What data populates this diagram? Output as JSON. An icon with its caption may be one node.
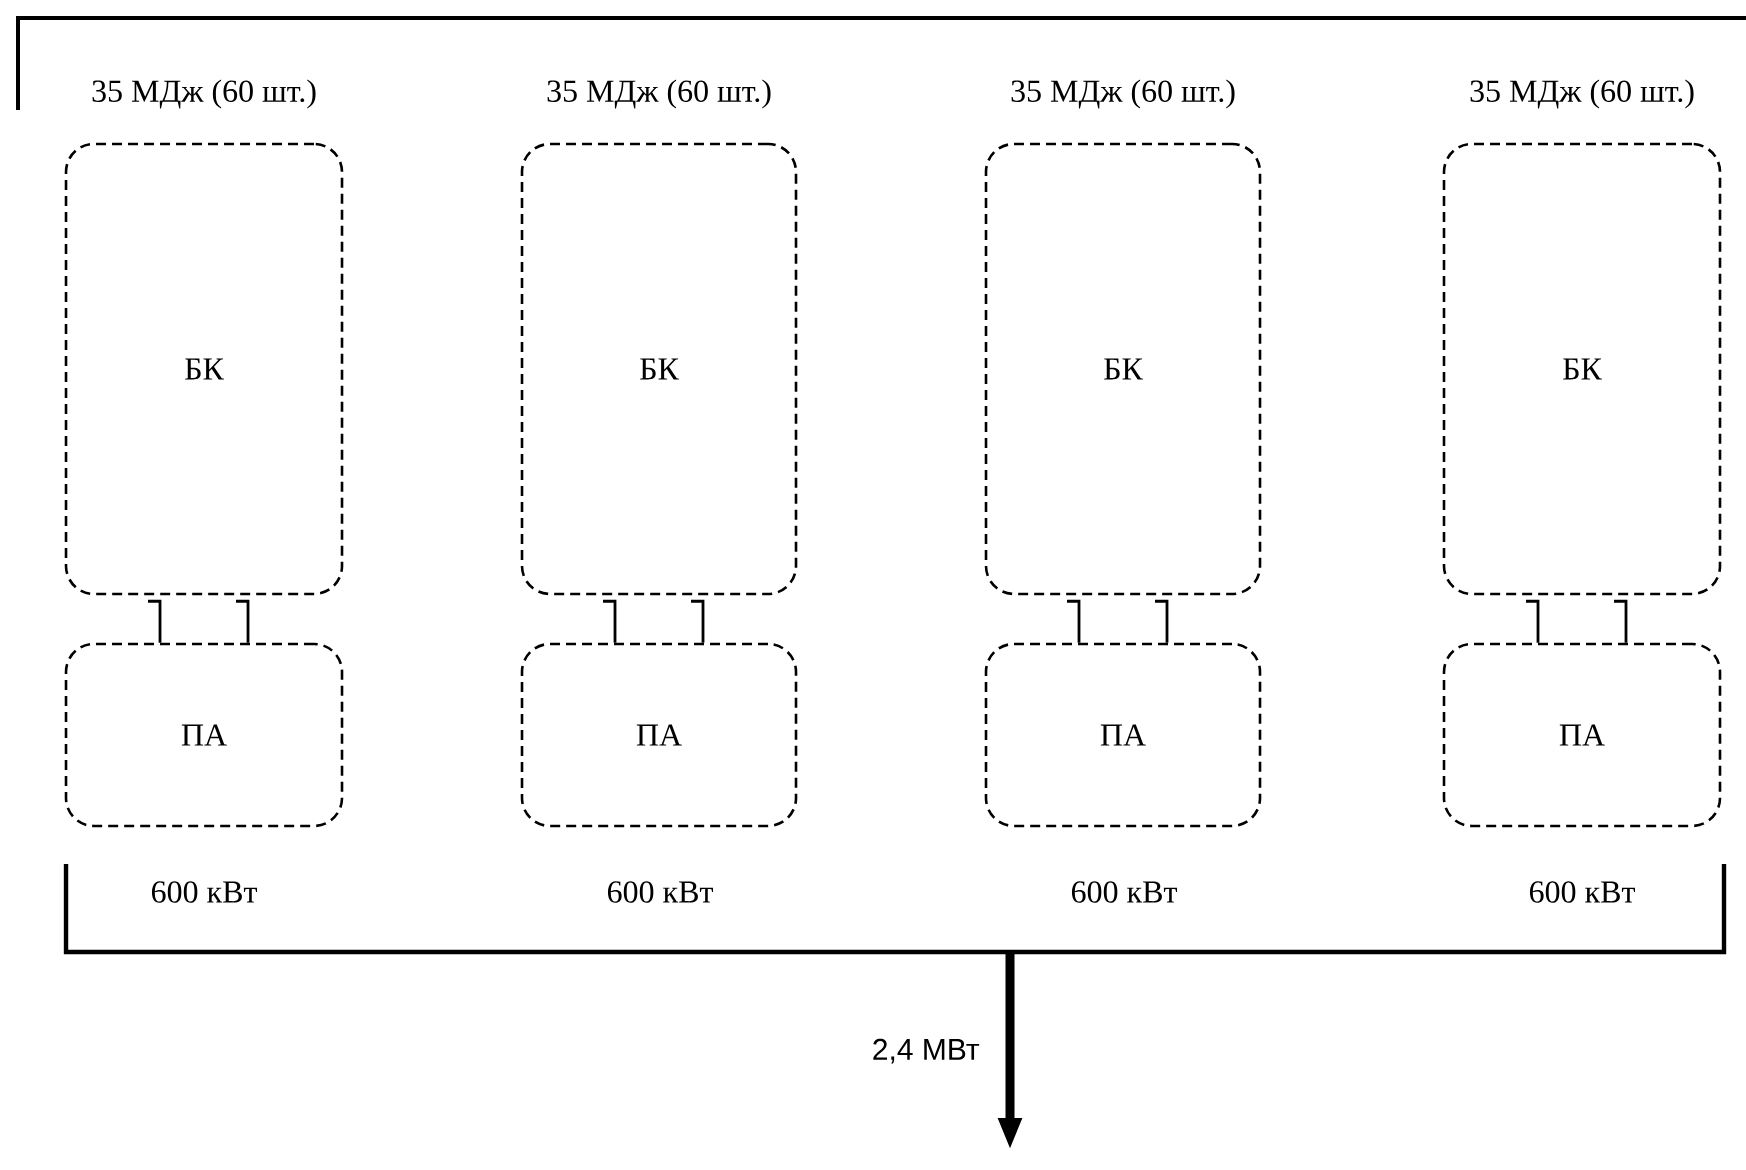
{
  "diagram": {
    "nodes": [
      {
        "text": [
          "БК"
        ],
        "beside": [
          "35 МДж (60 шт.)"
        ]
      },
      {
        "text": [
          "БК"
        ],
        "beside": [
          "35 МДж (60 шт.)"
        ]
      },
      {
        "text": [
          "БК"
        ],
        "beside": [
          "35 МДж (60 шт.)"
        ]
      },
      {
        "text": [
          "БК"
        ],
        "beside": [
          "35 МДж (60 шт.)"
        ]
      },
      {
        "text": [
          "ПА"
        ]
      },
      {
        "text": [
          "ПА"
        ]
      },
      {
        "text": [
          "ПА"
        ]
      },
      {
        "text": [
          "ПА"
        ]
      },
      {
        "text": [],
        "shape": "bar"
      }
    ],
    "edges": [
      {
        "from": 0,
        "to": 4,
        "arrow": "none"
      },
      {
        "from": 0,
        "to": 4,
        "arrow": "none"
      },
      {
        "from": 1,
        "to": 5,
        "arrow": "none"
      },
      {
        "from": 1,
        "to": 5,
        "arrow": "none"
      },
      {
        "from": 2,
        "to": 6,
        "arrow": "none"
      },
      {
        "from": 2,
        "to": 6,
        "arrow": "none"
      },
      {
        "from": 3,
        "to": 7,
        "arrow": "none"
      },
      {
        "from": 3,
        "to": 7,
        "arrow": "none"
      },
      {
        "from": 8,
        "to": null,
        "arrow": "to",
        "label": "2,4 МВт",
        "style": "thick"
      }
    ],
    "labels": [
      "600 кВт",
      "600 кВт",
      "600 кВт",
      "600 кВт"
    ]
  }
}
